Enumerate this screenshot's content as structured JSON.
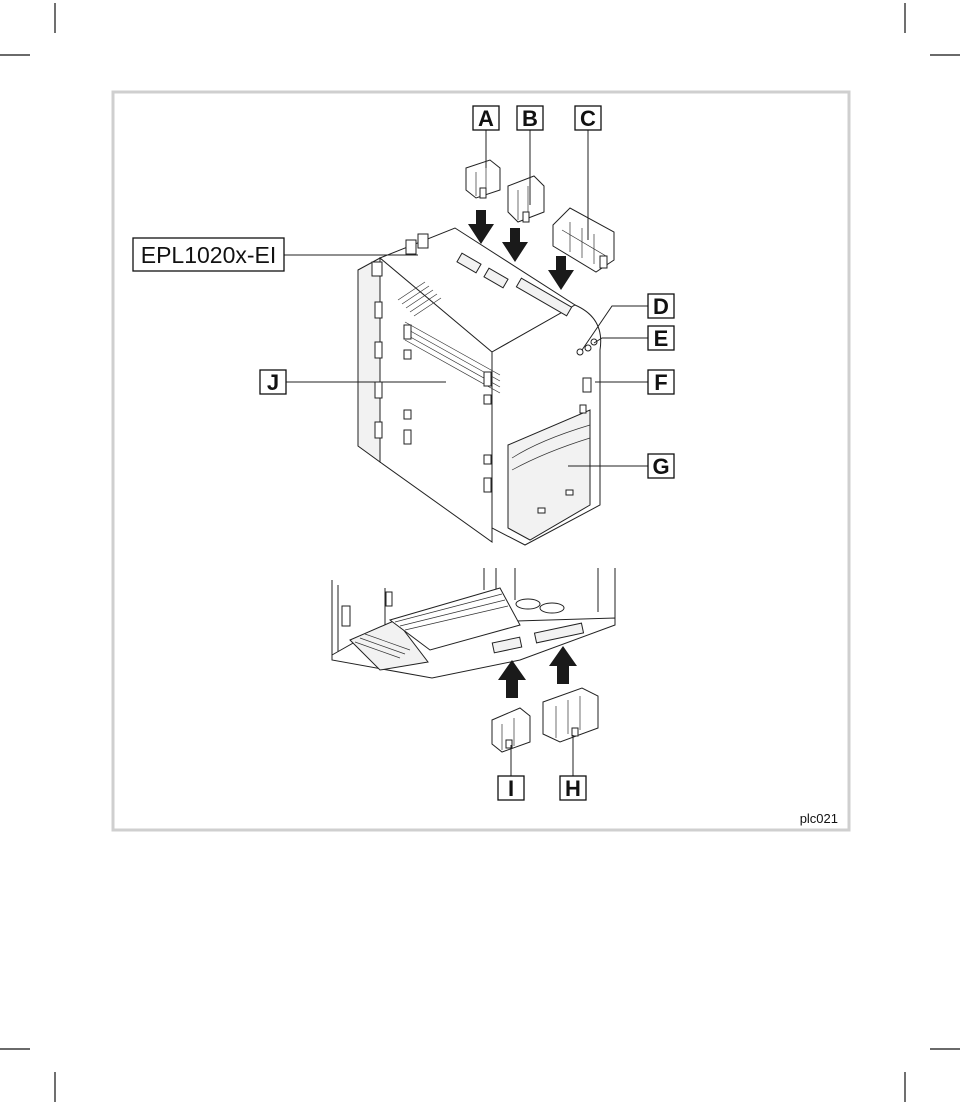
{
  "diagram": {
    "model_label": "EPL1020x-EI",
    "figure_id": "plc021",
    "callouts": {
      "a": "A",
      "b": "B",
      "c": "C",
      "d": "D",
      "e": "E",
      "f": "F",
      "g": "G",
      "h": "H",
      "i": "I",
      "j": "J"
    }
  }
}
